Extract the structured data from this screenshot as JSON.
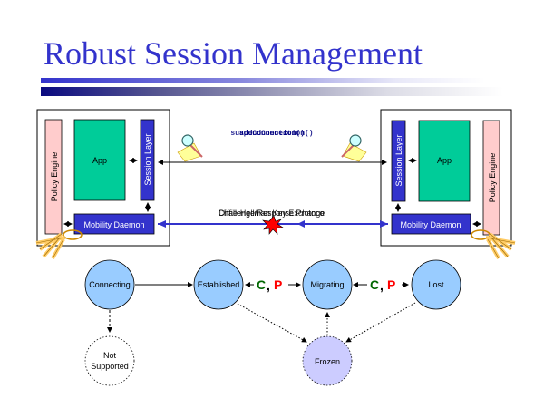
{
  "slide": {
    "title": "Robust Session Management"
  },
  "left_host": {
    "policy_engine": "Policy Engine",
    "app": "App",
    "session_layer": "Session Layer",
    "mobility_daemon": "Mobility Daemon"
  },
  "right_host": {
    "policy_engine": "Policy Engine",
    "app": "App",
    "session_layer": "Session Layer",
    "mobility_daemon": "Mobility Daemon"
  },
  "links": {
    "session_call_a": "addConnection()",
    "session_call_b": "suspendConnection()",
    "daemon_protocol_a": "Challenge/Response Protocol",
    "daemon_protocol_b": "Diffie-Hellman Key Exchange"
  },
  "states": [
    {
      "id": "connecting",
      "label": "Connecting"
    },
    {
      "id": "established",
      "label": "Established"
    },
    {
      "id": "migrating",
      "label": "Migrating"
    },
    {
      "id": "lost",
      "label": "Lost"
    },
    {
      "id": "not-supported",
      "label_line1": "Not",
      "label_line2": "Supported"
    },
    {
      "id": "frozen",
      "label": "Frozen"
    }
  ],
  "transitions": {
    "c": "C",
    "comma": ",",
    "p": "P"
  },
  "colors": {
    "title": "#3333cc",
    "app": "#00cc99",
    "session_layer": "#3333cc",
    "policy_engine": "#ffcccc",
    "state_fill": "#99ccff",
    "frozen_fill": "#ccccff",
    "c_color": "#006600",
    "p_color": "#ff0000",
    "daemon_link": "#3333cc"
  }
}
